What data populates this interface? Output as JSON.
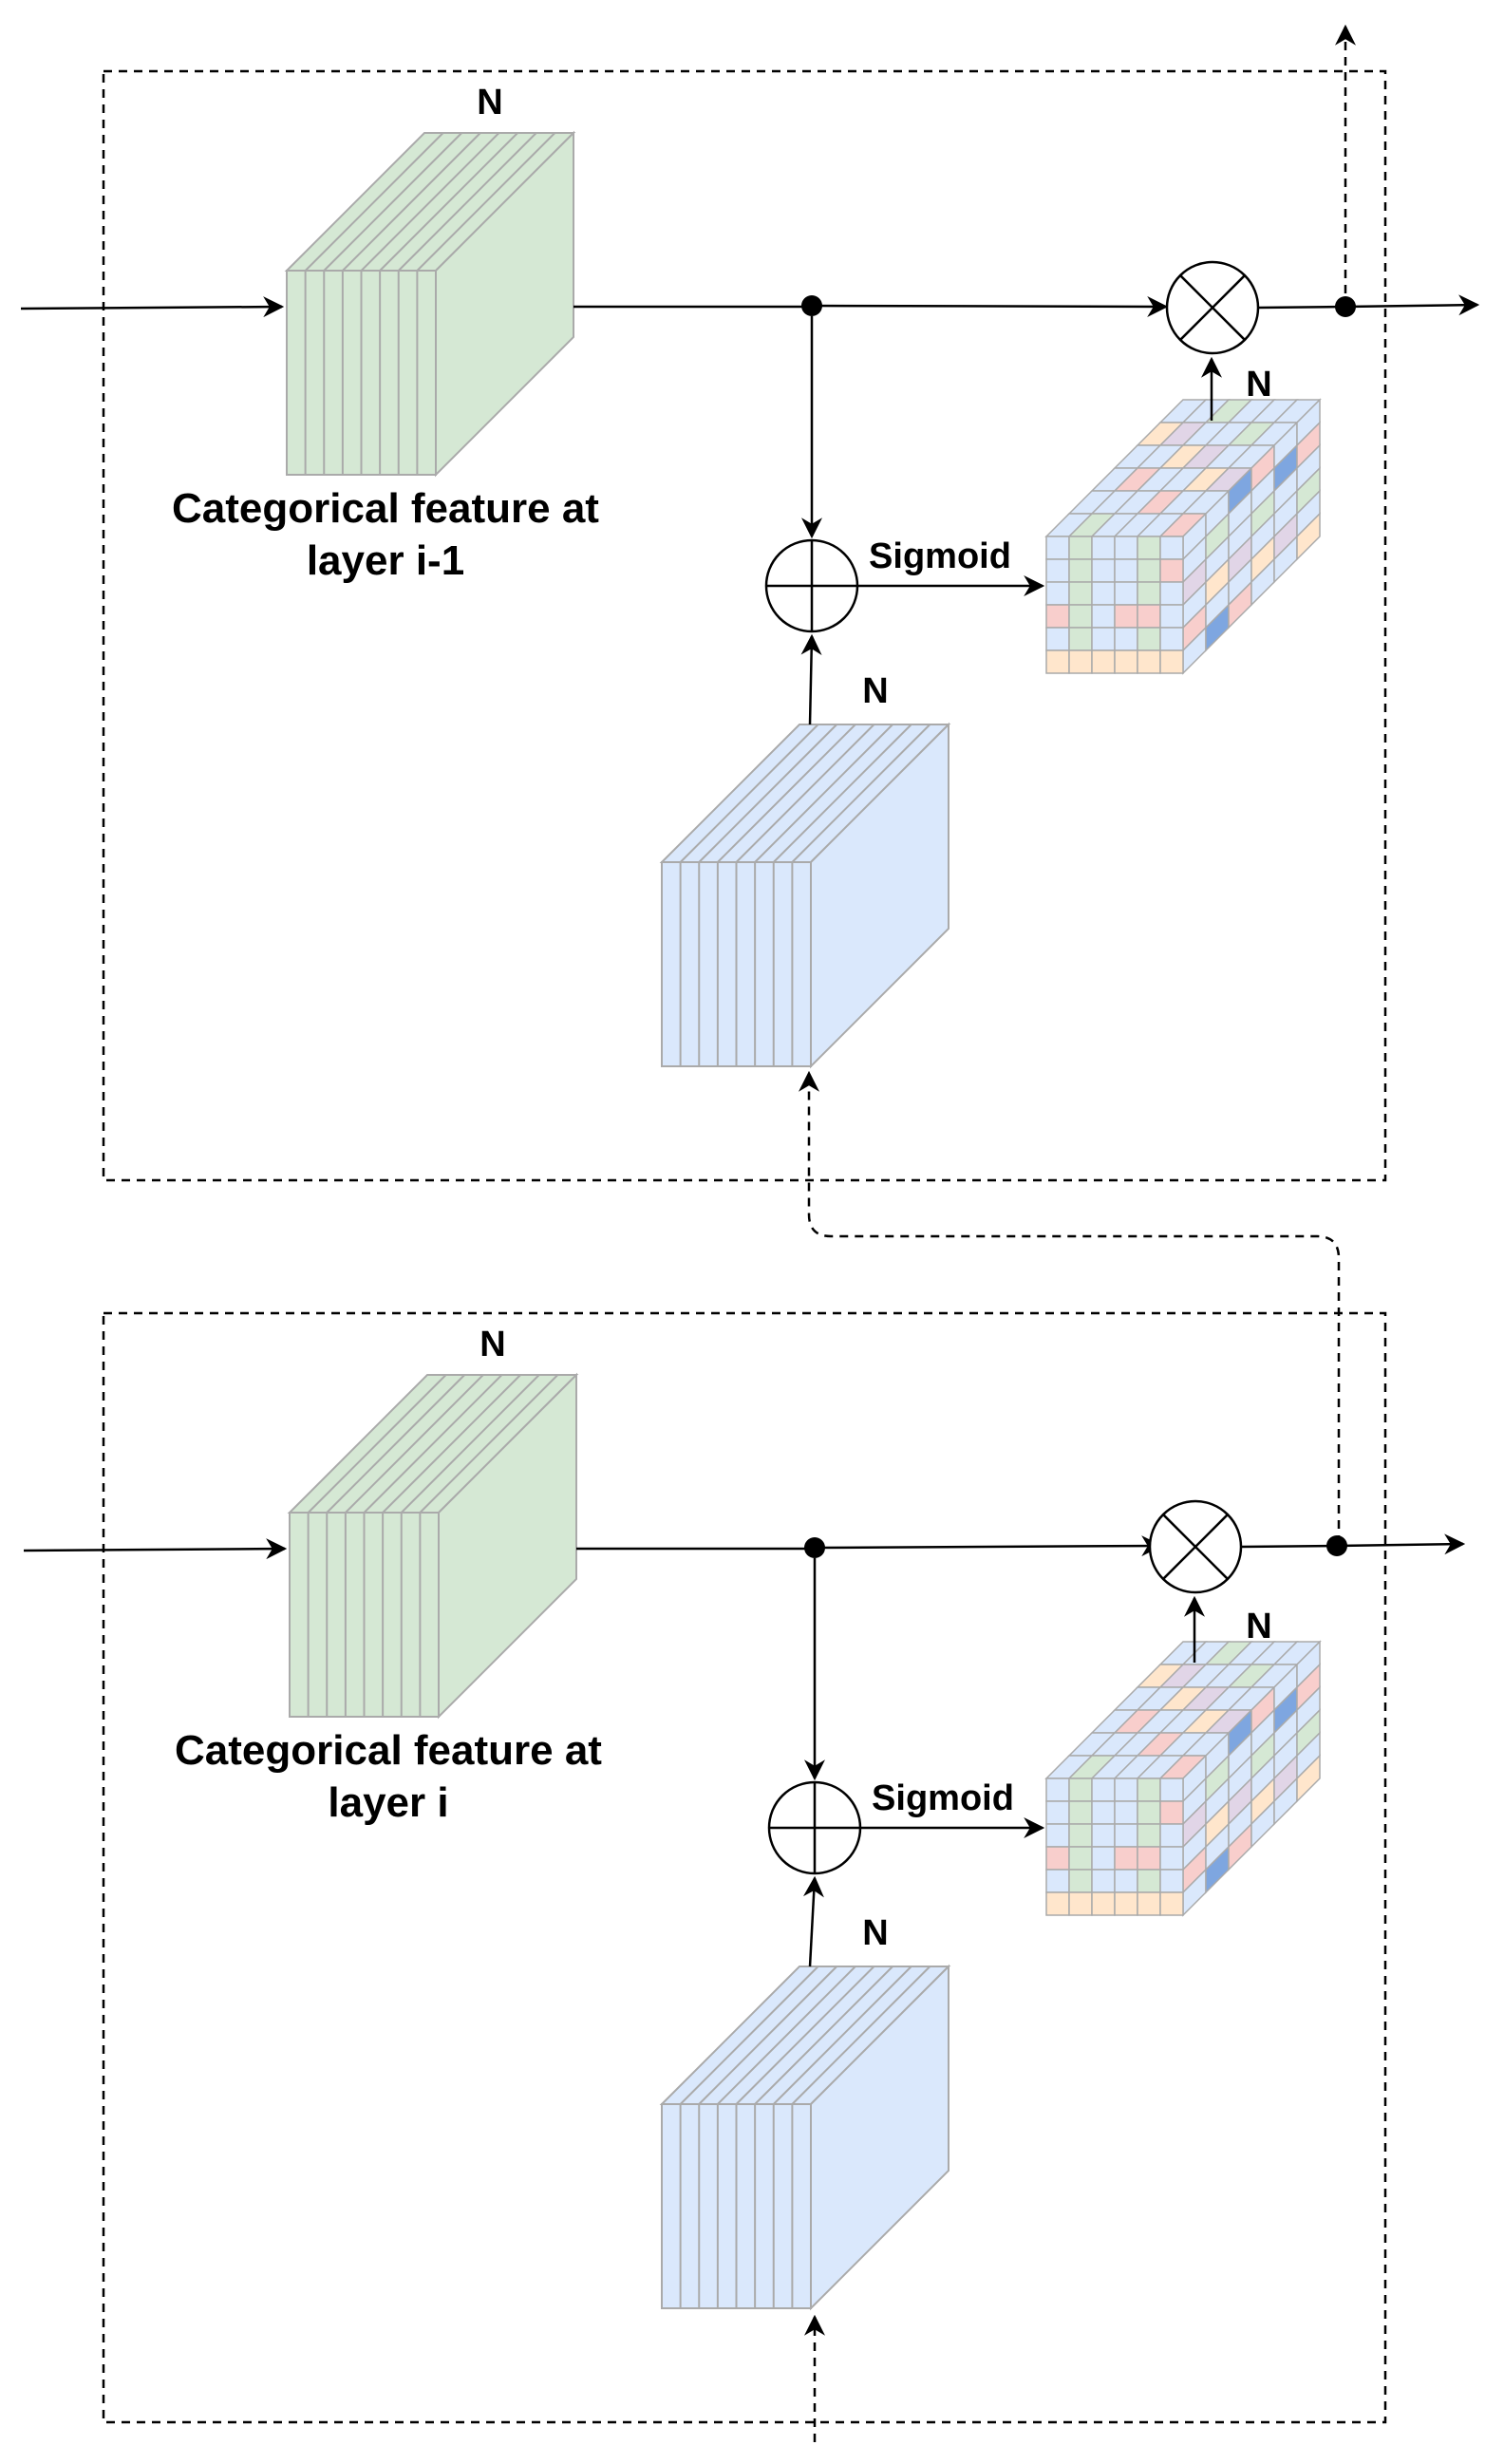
{
  "panels": [
    {
      "feature_label_line1": "Categorical feature at",
      "feature_label_line2": "layer i-1",
      "green_block_label": "N",
      "blue_block_label": "N",
      "attention_block_label": "N",
      "sigmoid_label": "Sigmoid"
    },
    {
      "feature_label_line1": "Categorical feature at",
      "feature_label_line2": "layer i",
      "green_block_label": "N",
      "blue_block_label": "N",
      "attention_block_label": "N",
      "sigmoid_label": "Sigmoid"
    }
  ],
  "colors": {
    "feature_block_fill": "#d5e8d4",
    "side_block_fill": "#dae8fc",
    "block_stroke": "#aaaaaa",
    "grid_palette": [
      "#dae8fc",
      "#d5e8d4",
      "#f8cecc",
      "#ffe6cc",
      "#e1d5e7",
      "#7ea6e0"
    ]
  }
}
